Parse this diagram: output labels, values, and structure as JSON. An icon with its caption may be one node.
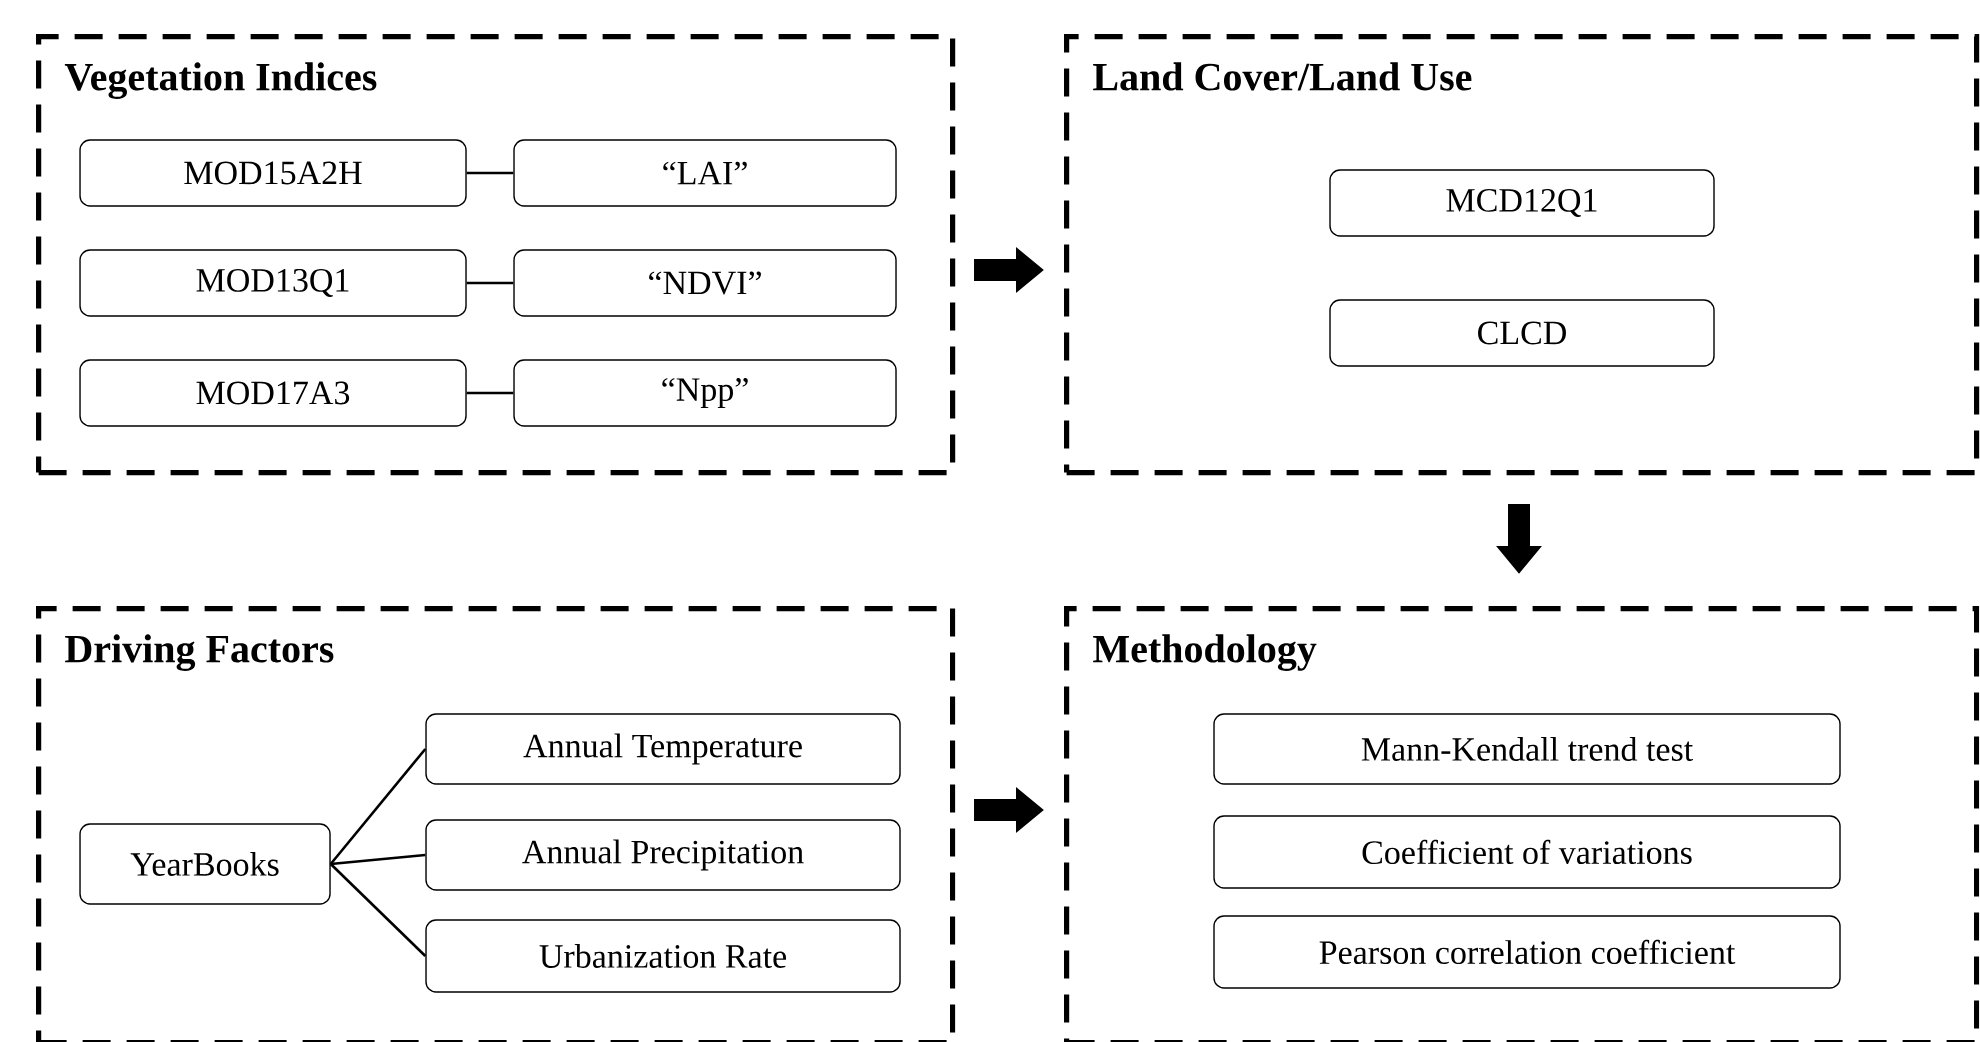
{
  "diagram": {
    "nodes": [
      {
        "text": [
          "Vegetation Indices"
        ]
      },
      {
        "text": [
          "MOD15A2H"
        ],
        "in": 0
      },
      {
        "text": [
          "“LAI”"
        ],
        "in": 0
      },
      {
        "text": [
          "MOD13Q1"
        ],
        "in": 0
      },
      {
        "text": [
          "“NDVI”"
        ],
        "in": 0
      },
      {
        "text": [
          "MOD17A3"
        ],
        "in": 0
      },
      {
        "text": [
          "“Npp”"
        ],
        "in": 0
      },
      {
        "text": [
          "Land Cover/Land Use"
        ]
      },
      {
        "text": [
          "MCD12Q1"
        ],
        "in": 7
      },
      {
        "text": [
          "CLCD"
        ],
        "in": 7
      },
      {
        "text": [
          "Driving Factors"
        ]
      },
      {
        "text": [
          "YearBooks"
        ],
        "in": 10
      },
      {
        "text": [
          "Annual Temperature"
        ],
        "in": 10
      },
      {
        "text": [
          "Annual Precipitation"
        ],
        "in": 10
      },
      {
        "text": [
          "Urbanization Rate"
        ],
        "in": 10
      },
      {
        "text": [
          "Methodology"
        ]
      },
      {
        "text": [
          "Mann-Kendall trend test"
        ],
        "in": 15
      },
      {
        "text": [
          "Coefficient of variations"
        ],
        "in": 15
      },
      {
        "text": [
          "Pearson correlation coefficient"
        ],
        "in": 15
      }
    ],
    "edges": [
      {
        "from": 1,
        "to": 2,
        "arrow": "none"
      },
      {
        "from": 3,
        "to": 4,
        "arrow": "none"
      },
      {
        "from": 5,
        "to": 6,
        "arrow": "none"
      },
      {
        "from": 11,
        "to": 12,
        "arrow": "none"
      },
      {
        "from": 11,
        "to": 13,
        "arrow": "none"
      },
      {
        "from": 11,
        "to": 14,
        "arrow": "none"
      },
      {
        "from": 0,
        "to": 7,
        "arrow": "to",
        "style": "thick"
      },
      {
        "from": 7,
        "to": 15,
        "arrow": "to",
        "style": "thick"
      },
      {
        "from": 10,
        "to": 15,
        "arrow": "to",
        "style": "thick"
      }
    ]
  }
}
